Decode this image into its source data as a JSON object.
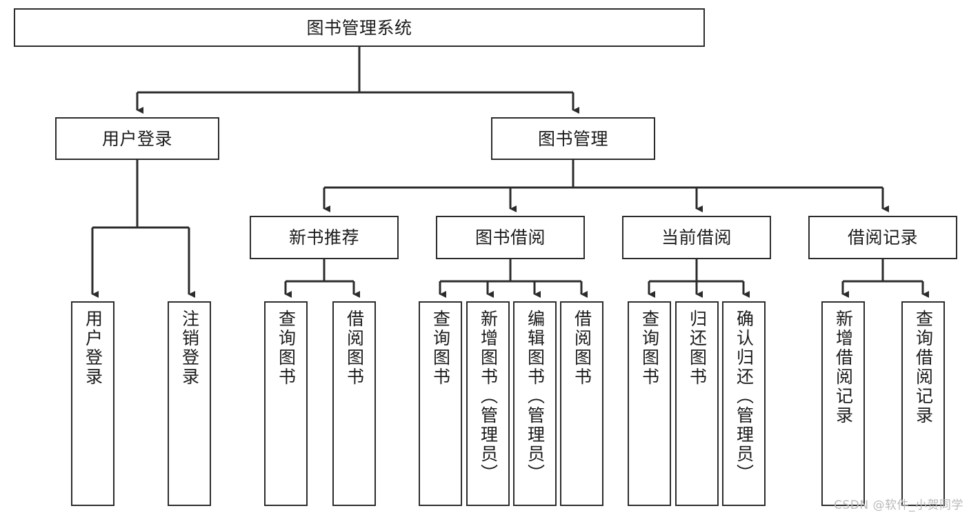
{
  "diagram": {
    "type": "tree-hierarchy",
    "title": "图书管理系统",
    "watermark": "CSDN @软件_小贺同学",
    "colors": {
      "stroke": "#2b2b2b",
      "fill": "#ffffff",
      "text": "#1a1a1a",
      "watermark": "#b9b9b9"
    },
    "nodes": {
      "root": {
        "label": "图书管理系统",
        "level": 1
      },
      "l2": [
        {
          "id": "user-login",
          "label": "用户登录"
        },
        {
          "id": "book-management",
          "label": "图书管理"
        }
      ],
      "l3": [
        {
          "id": "new-book-recommend",
          "label": "新书推荐"
        },
        {
          "id": "book-borrow",
          "label": "图书借阅"
        },
        {
          "id": "current-borrow",
          "label": "当前借阅"
        },
        {
          "id": "borrow-record",
          "label": "借阅记录"
        }
      ],
      "leaves": {
        "user-login": [
          {
            "id": "leaf-user-login",
            "label": "用户登录"
          },
          {
            "id": "leaf-logout-login",
            "label": "注销登录"
          }
        ],
        "new-book-recommend": [
          {
            "id": "leaf-query-book-1",
            "label": "查询图书"
          },
          {
            "id": "leaf-borrow-book-1",
            "label": "借阅图书"
          }
        ],
        "book-borrow": [
          {
            "id": "leaf-query-book-2",
            "label": "查询图书"
          },
          {
            "id": "leaf-add-book",
            "label": "新增图书（管理员）"
          },
          {
            "id": "leaf-edit-book",
            "label": "编辑图书（管理员）"
          },
          {
            "id": "leaf-borrow-book-2",
            "label": "借阅图书"
          }
        ],
        "current-borrow": [
          {
            "id": "leaf-query-book-3",
            "label": "查询图书"
          },
          {
            "id": "leaf-return-book",
            "label": "归还图书"
          },
          {
            "id": "leaf-confirm-return",
            "label": "确认归还（管理员）"
          }
        ],
        "borrow-record": [
          {
            "id": "leaf-add-record",
            "label": "新增借阅记录"
          },
          {
            "id": "leaf-query-record",
            "label": "查询借阅记录"
          }
        ]
      }
    }
  }
}
